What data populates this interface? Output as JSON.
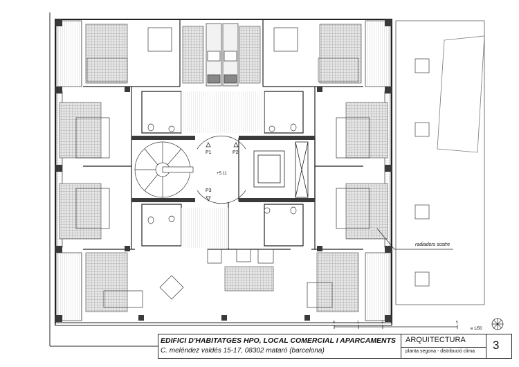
{
  "plan": {
    "annotation": "radiadors sostre",
    "doors": [
      "P1",
      "P2",
      "P3"
    ],
    "level_mark": "+5.11",
    "scale_ticks": [
      "0",
      "1",
      "2",
      "5"
    ],
    "scale_label": "e 1/50"
  },
  "title_block": {
    "title": "EDIFICI D'HABITATGES HPO, LOCAL COMERCIAL I APARCAMENTS",
    "address": "C. meléndez valdés 15-17, 08302 mataró (barcelona)",
    "discipline": "ARQUITECTURA",
    "sheet_desc": "planta segona - distribució clima",
    "sheet_number": "3"
  },
  "colors": {
    "line": "#222222",
    "hatch": "#9a9a9a",
    "fill_dark": "#3a3a3a",
    "fill_light": "#d8d8d8"
  }
}
